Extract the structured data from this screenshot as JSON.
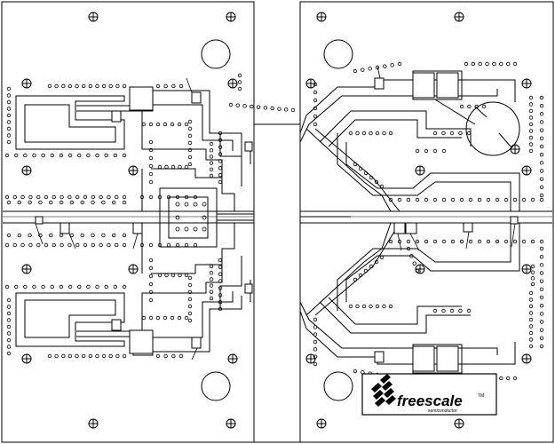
{
  "board": {
    "logo": {
      "brand": "freescale",
      "trademark": "TM",
      "subtitle": "semiconductor"
    },
    "colors": {
      "trace": "#000000",
      "background": "#ffffff"
    },
    "icons": {
      "mounting_hole": "crosshair-circle",
      "via": "small-circle",
      "capacitor": "rectangle-pad"
    }
  }
}
